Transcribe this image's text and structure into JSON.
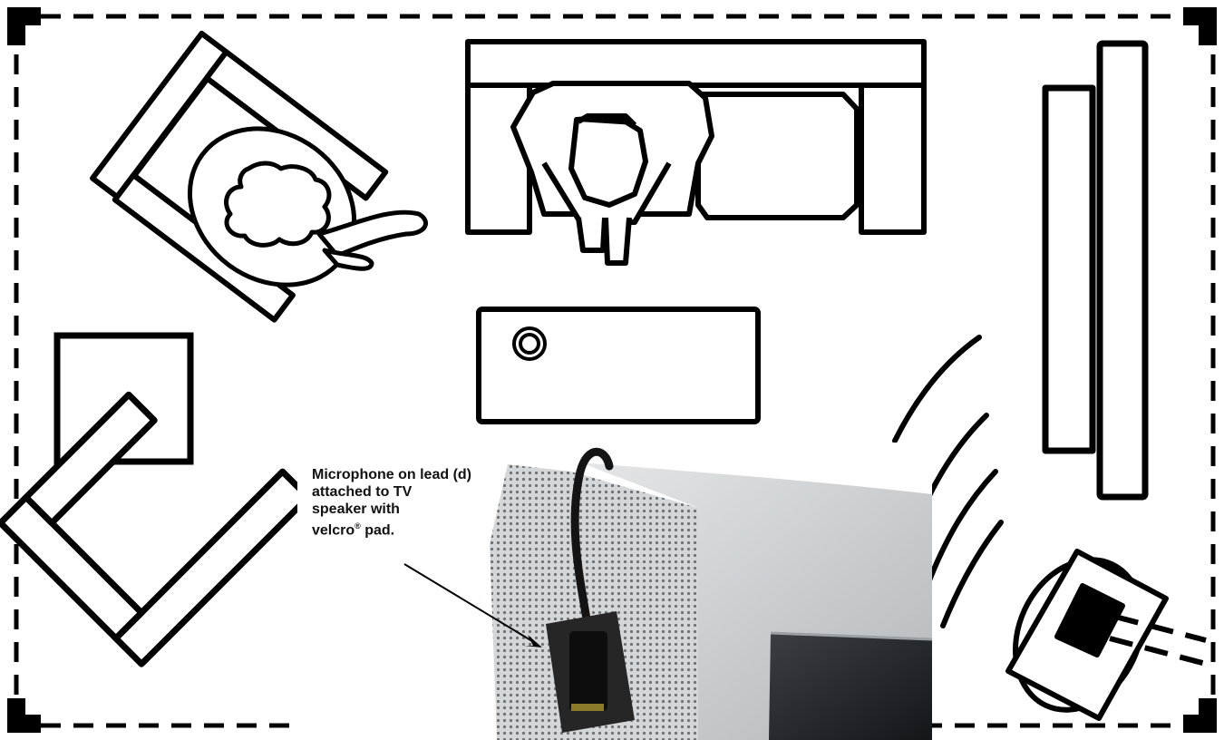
{
  "caption": {
    "line1": "Microphone on lead (d)",
    "line2": "attached to TV",
    "line3": "speaker with",
    "line4_word": "velcro",
    "line4_mark": "®",
    "line4_rest": " pad."
  },
  "colors": {
    "ink": "#000000",
    "paper": "#ffffff",
    "speaker_grille": "#cfd2d4",
    "tv_bezel": "#c9ccce",
    "screen": "#1f2326"
  }
}
